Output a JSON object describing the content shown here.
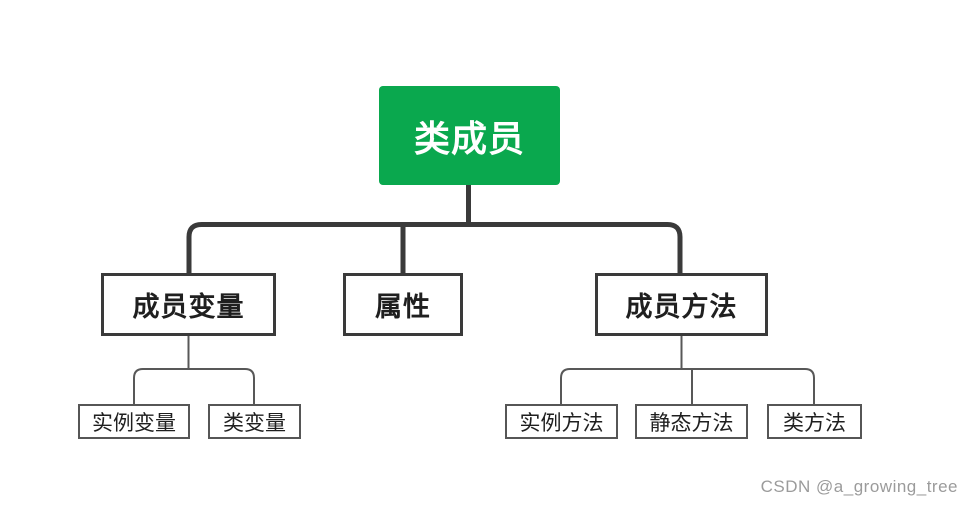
{
  "diagram": {
    "type": "tree",
    "tree": {
      "root": {
        "label": "类成员"
      },
      "children": [
        {
          "label": "成员变量",
          "children": [
            {
              "label": "实例变量"
            },
            {
              "label": "类变量"
            }
          ]
        },
        {
          "label": "属性",
          "children": []
        },
        {
          "label": "成员方法",
          "children": [
            {
              "label": "实例方法"
            },
            {
              "label": "静态方法"
            },
            {
              "label": "类方法"
            }
          ]
        }
      ]
    },
    "colors": {
      "root_background": "#0aa84e",
      "root_text": "#ffffff",
      "level2_border": "#3a3a3a",
      "level3_border": "#565656",
      "node_text": "#1f1f1f",
      "connector_thick": "#3a3a3a",
      "connector_thin": "#585858",
      "background": "#ffffff",
      "watermark_text": "#9b9b9b"
    }
  },
  "watermark": {
    "label": "CSDN @a_growing_tree"
  }
}
